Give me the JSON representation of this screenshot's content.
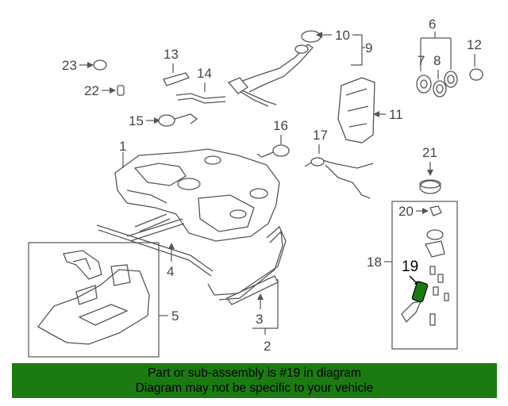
{
  "callouts": {
    "c1": "1",
    "c2": "2",
    "c3": "3",
    "c4": "4",
    "c5": "5",
    "c6": "6",
    "c7": "7",
    "c8": "8",
    "c9": "9",
    "c10": "10",
    "c11": "11",
    "c12": "12",
    "c13": "13",
    "c14": "14",
    "c15": "15",
    "c16": "16",
    "c17": "17",
    "c18": "18",
    "c19": "19",
    "c20": "20",
    "c21": "21",
    "c22": "22",
    "c23": "23"
  },
  "highlight": {
    "part_number": "19",
    "color": "#1b7a12"
  },
  "footer": {
    "line1": "Part or sub-assembly is #19 in diagram",
    "line2": "Diagram may not be specific to your vehicle"
  },
  "colors": {
    "footer_bg": "#1b7a12",
    "line": "#555555"
  }
}
